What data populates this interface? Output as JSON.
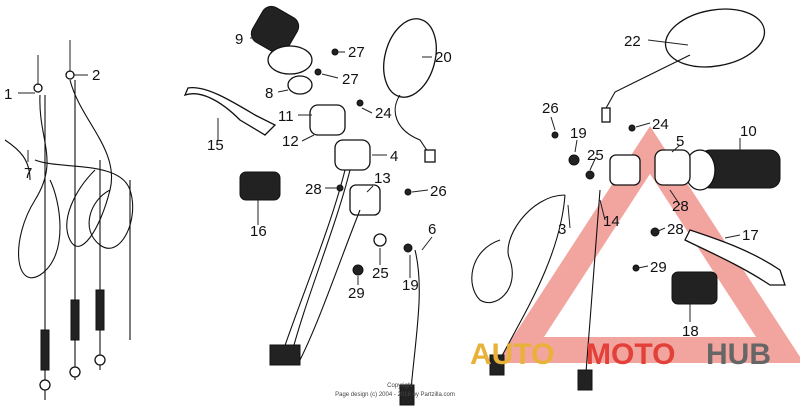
{
  "callouts": {
    "left": [
      "1",
      "2",
      "7"
    ],
    "middle": [
      "9",
      "27",
      "27",
      "20",
      "8",
      "11",
      "24",
      "12",
      "15",
      "4",
      "16",
      "28",
      "13",
      "26",
      "6",
      "25",
      "19",
      "29"
    ],
    "right": [
      "22",
      "26",
      "19",
      "24",
      "10",
      "5",
      "25",
      "14",
      "3",
      "28",
      "28",
      "17",
      "29",
      "18"
    ]
  },
  "copyright": {
    "line1": "Copyright",
    "line2": "Page design (c) 2004 - 2016 by Partzilla.com"
  },
  "watermark": {
    "auto": "AUTO",
    "moto": "MOTO",
    "hub": "HUB",
    "colors": {
      "gold": "#e8b23a",
      "red": "#e3403a",
      "grey": "#666666"
    }
  }
}
